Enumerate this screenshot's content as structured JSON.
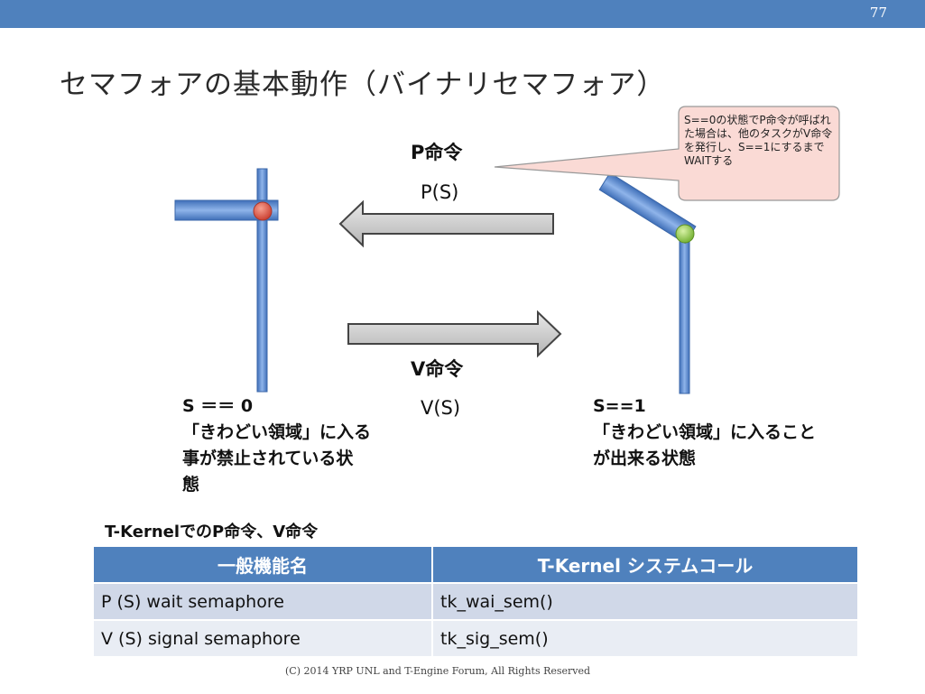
{
  "page_number": "77",
  "title": "セマフォアの基本動作（バイナリセマフォア）",
  "p_label": "P命令",
  "p_func": "P(S)",
  "v_label": "V命令",
  "v_func": "V(S)",
  "callout": "S==0の状態でP命令が呼ばれた場合は、他のタスクがV命令を発行し、S==1にするまでWAITする",
  "left_state": {
    "line1": "S ＝＝ 0",
    "line2": "「きわどい領域」に入る",
    "line3": "事が禁止されている状",
    "line4": "態"
  },
  "right_state": {
    "line1": "S==1",
    "line2": "「きわどい領域」に入ること",
    "line3": "が出来る状態"
  },
  "table_caption": "T-KernelでのP命令、V命令",
  "table": {
    "headers": [
      "一般機能名",
      "T-Kernel システムコール"
    ],
    "rows": [
      [
        "P (S) wait semaphore",
        "tk_wai_sem()"
      ],
      [
        "V (S) signal semaphore",
        "tk_sig_sem()"
      ]
    ]
  },
  "footer": "(C) 2014 YRP UNL and T-Engine Forum, All Rights Reserved",
  "colors": {
    "header_bar": "#4f81bd",
    "pole": "#5b8fd6",
    "red_ball": "#e04a3c",
    "green_ball": "#8cc63e",
    "arrow_fill": "#c8c8c8"
  }
}
